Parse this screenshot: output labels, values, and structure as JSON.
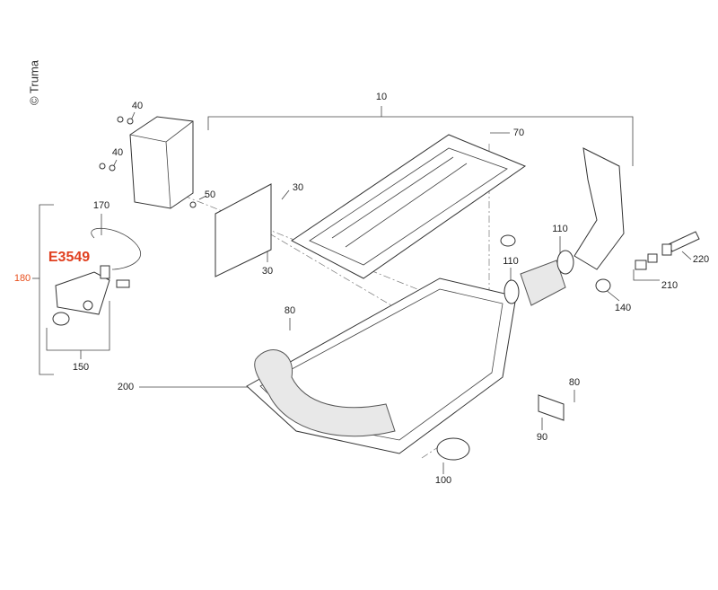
{
  "copyright": "© Truma",
  "diagram_code": "E3549",
  "callouts": {
    "c10": "10",
    "c70": "70",
    "c40a": "40",
    "c40b": "40",
    "c50": "50",
    "c30a": "30",
    "c30b": "30",
    "c170": "170",
    "c180": "180",
    "c150": "150",
    "c80a": "80",
    "c200": "200",
    "c110a": "110",
    "c110b": "110",
    "c220": "220",
    "c210": "210",
    "c140": "140",
    "c80b": "80",
    "c90": "90",
    "c100": "100"
  },
  "colors": {
    "code": "#e04020",
    "group_label": "#e8501e"
  }
}
